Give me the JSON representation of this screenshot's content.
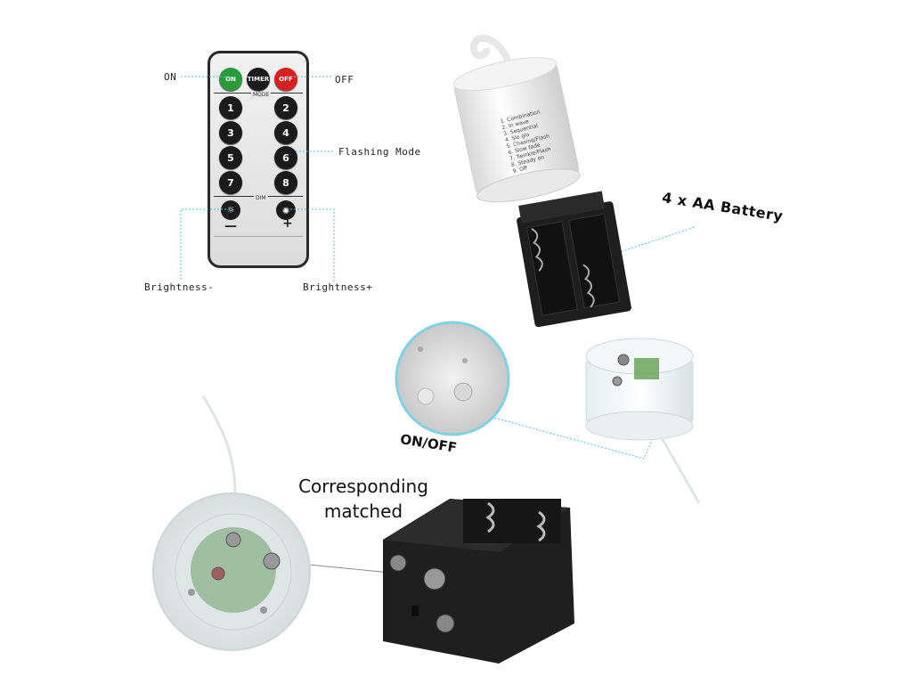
{
  "remote": {
    "on_btn": "ON",
    "timer_btn": "TIMER",
    "off_btn": "OFF",
    "mode_label": "MODE",
    "number_buttons": [
      "1",
      "2",
      "3",
      "4",
      "5",
      "6",
      "7",
      "8"
    ],
    "dim_label": "DIM",
    "minus_sign": "—",
    "plus_sign": "+"
  },
  "callouts": {
    "on": "ON",
    "off": "OFF",
    "flashing_mode": "Flashing Mode",
    "brightness_minus": "Brightness-",
    "brightness_plus": "Brightness+",
    "battery": "4 x AA Battery",
    "on_off": "ON/OFF",
    "corresponding_1": "Corresponding",
    "corresponding_2": "matched"
  },
  "mode_list": [
    "1. Combination",
    "2. In wave",
    "3. Sequential",
    "4. Slo glo",
    "5. Chasing/Flash",
    "6. Slow fade",
    "7. Twinkle/Flash",
    "8. Steady on",
    "9. Off"
  ],
  "colors": {
    "callout_line": "#4fc3d9",
    "on_button": "#2a9a3a",
    "off_button": "#d82020"
  }
}
